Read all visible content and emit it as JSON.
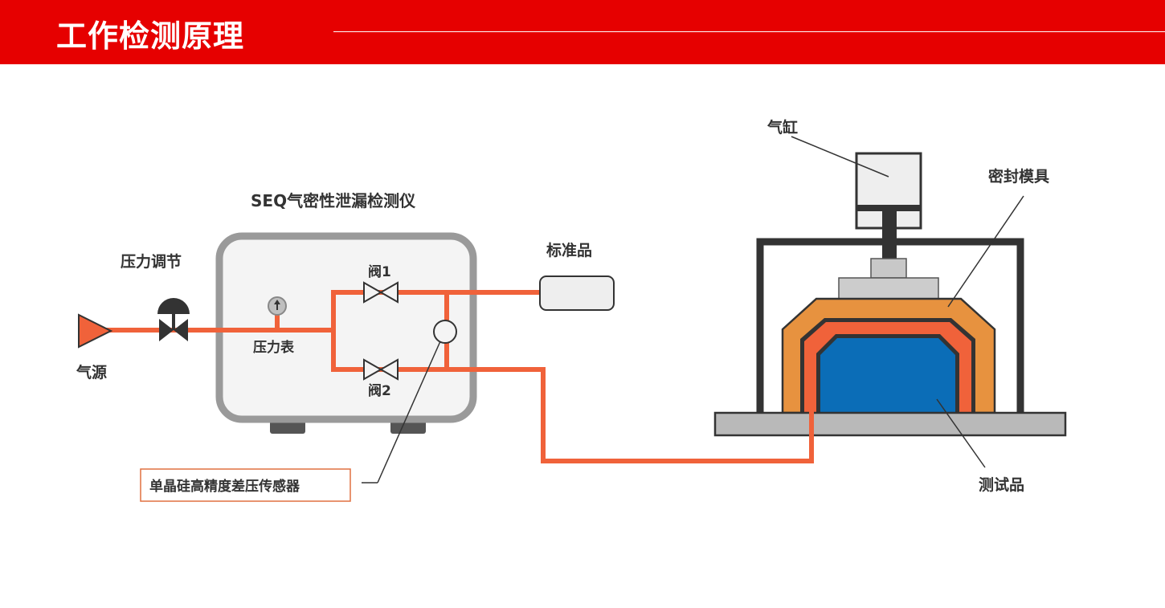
{
  "header": {
    "title": "工作检测原理"
  },
  "colors": {
    "header_red": "#e60000",
    "pipe": "#f0623a",
    "device_frame": "#9a9a9a",
    "device_fill": "#f4f4f4",
    "mold_outer": "#e7923f",
    "mold_inner": "#f0623a",
    "test_item": "#0b6db7",
    "dark": "#333333",
    "base": "#b9b9b9"
  },
  "labels": {
    "air_source": "气源",
    "pressure_regulator": "压力调节",
    "instrument": "SEQ气密性泄漏检测仪",
    "pressure_gauge": "压力表",
    "valve1": "阀1",
    "valve2": "阀2",
    "standard": "标准品",
    "sensor": "单晶硅高精度差压传感器",
    "cylinder": "气缸",
    "seal_mold": "密封模具",
    "test_item": "测试品"
  },
  "icons": {
    "air_source": "triangle-source-icon",
    "regulator": "regulator-valve-icon",
    "gauge": "pressure-gauge-icon",
    "valve": "valve-icon",
    "sensor": "sensor-circle-icon"
  }
}
